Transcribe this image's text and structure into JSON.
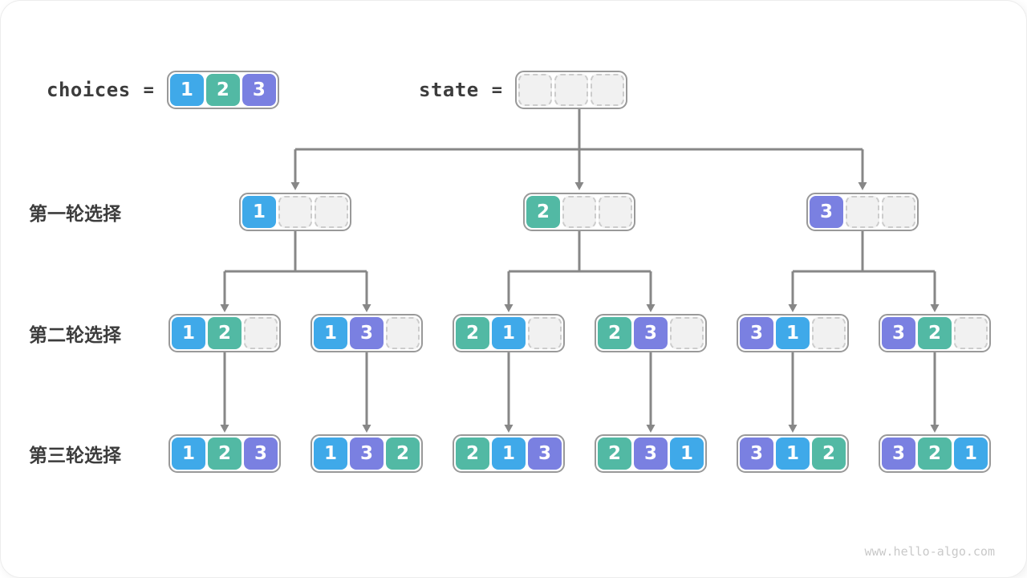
{
  "header": {
    "choices_label": "choices",
    "equals": "=",
    "choices_values": [
      1,
      2,
      3
    ],
    "state_label": "state",
    "state_values": [
      null,
      null,
      null
    ]
  },
  "rows": [
    {
      "label": "第一轮选择",
      "nodes": [
        [
          1,
          null,
          null
        ],
        [
          2,
          null,
          null
        ],
        [
          3,
          null,
          null
        ]
      ]
    },
    {
      "label": "第二轮选择",
      "nodes": [
        [
          1,
          2,
          null
        ],
        [
          1,
          3,
          null
        ],
        [
          2,
          1,
          null
        ],
        [
          2,
          3,
          null
        ],
        [
          3,
          1,
          null
        ],
        [
          3,
          2,
          null
        ]
      ]
    },
    {
      "label": "第三轮选择",
      "nodes": [
        [
          1,
          2,
          3
        ],
        [
          1,
          3,
          2
        ],
        [
          2,
          1,
          3
        ],
        [
          2,
          3,
          1
        ],
        [
          3,
          1,
          2
        ],
        [
          3,
          2,
          1
        ]
      ]
    }
  ],
  "colors": {
    "1": "#3fa9e9",
    "2": "#52b9a4",
    "3": "#7a80e1",
    "line": "#878787",
    "empty_fill": "#f1f1f1",
    "empty_border": "#cccccc",
    "node_border": "#999999",
    "label_text": "#3c3c3c",
    "watermark": "#c9c9c9"
  },
  "watermark": "www.hello-algo.com"
}
